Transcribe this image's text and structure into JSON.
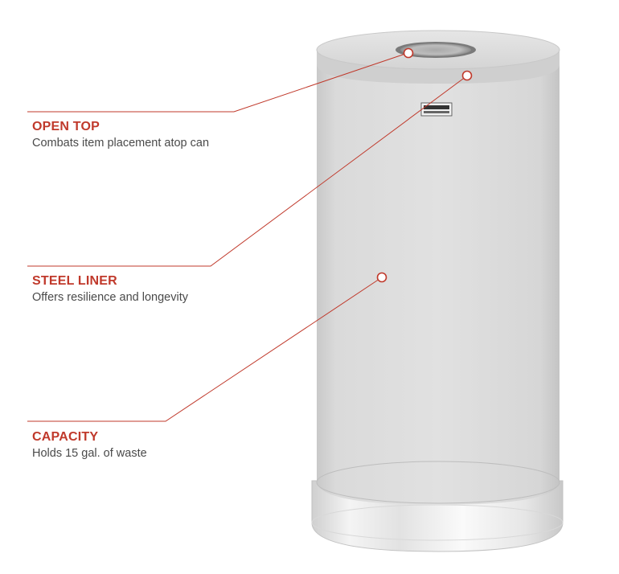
{
  "accent_color": "#c0392b",
  "callouts": [
    {
      "title": "OPEN TOP",
      "description": "Combats item placement atop can"
    },
    {
      "title": "STEEL LINER",
      "description": "Offers resilience and longevity"
    },
    {
      "title": "CAPACITY",
      "description": "Holds 15 gal. of waste"
    }
  ],
  "product": {
    "logo_icon": "brand-logo-icon"
  }
}
